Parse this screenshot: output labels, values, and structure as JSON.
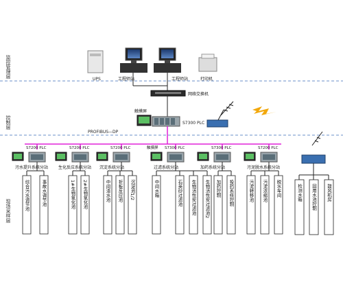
{
  "layers": {
    "monitor": "监控管理层",
    "control": "控制层",
    "field": "现场采样层"
  },
  "top": {
    "ups": "UPS",
    "station1": "工程师站",
    "station2": "工程师站",
    "printer": "打印机",
    "switch": "网络交换机"
  },
  "control": {
    "touch": "触摸屏",
    "plc": "S7300 PLC",
    "bus": "PROFIBUS—DP"
  },
  "substations": [
    {
      "plc": "S7200 PLC",
      "name": "污水提升系统分站",
      "units": [
        "综合污水调节池",
        "事故水调节池"
      ]
    },
    {
      "plc": "S7200 PLC",
      "name": "生化反应系统分站",
      "units": [
        "1#生物氧化池",
        "2#生物氧化池"
      ]
    },
    {
      "plc": "S7200 PLC",
      "name": "沉淀系统分站",
      "units": [
        "中间清水池",
        "折板反应池",
        "沉淀池1/2"
      ]
    },
    {
      "plc": "S7300 PLC",
      "touch": "触摸屏",
      "name": "过滤系统分站",
      "units": [
        "中间水箱",
        "石英砂过滤池",
        "生物活性炭过滤池",
        "生物活性炭过滤池2"
      ]
    },
    {
      "plc": "S7300 PLC",
      "name": "加药系统分站",
      "units": [
        "加药控制",
        "投药系统控制"
      ]
    },
    {
      "plc": "S7200 PLC",
      "name": "污泥脱水系统分站",
      "units": [
        "污泥转移池",
        "污泥浓缩池",
        "脱水车间"
      ]
    }
  ],
  "remote_units": [
    "检测水箱",
    "回用水池控制",
    "鼓风机房"
  ],
  "colors": {
    "bus": "#e020d8",
    "lines": "#222222",
    "dash": "#6a8fc8"
  }
}
